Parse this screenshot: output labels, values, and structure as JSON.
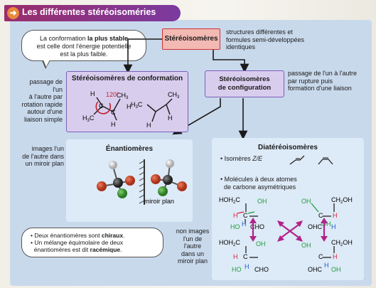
{
  "header": {
    "title": "Les différentes stéréoisoméries",
    "arrow_glyph": "➜"
  },
  "bubble": {
    "line1_pre": "La conformation ",
    "line1_bold": "la plus stable",
    "line2": "est celle dont l'énergie potentielle",
    "line3": "est la plus faible."
  },
  "stereo": {
    "label": "Stéréoisomères",
    "desc": [
      "structures différentes et",
      "formules semi-développées",
      "identiques"
    ]
  },
  "conformation": {
    "title": "Stéréoisomères de conformation",
    "angle": "120°",
    "left_desc": [
      "passage de l'un",
      "à l'autre par",
      "rotation rapide",
      "autour d'une",
      "liaison simple"
    ]
  },
  "configuration": {
    "title_line1": "Stéréoisomères",
    "title_line2": "de configuration",
    "desc": [
      "passage de l'un à l'autre",
      "par rupture puis",
      "formation d'une liaison"
    ]
  },
  "enantiomers": {
    "title": "Énantiomères",
    "mirror_label": "miroir plan",
    "left_desc": [
      "images l'un",
      "de l'autre dans",
      "un miroir plan"
    ]
  },
  "note": {
    "item1_pre": "Deux énantiomères sont ",
    "item1_bold": "chiraux",
    "item1_post": ".",
    "item2_line1": "Un mélange équimolaire de deux",
    "item2_line2_pre": "énantiomères est dit ",
    "item2_line2_bold": "racémique",
    "item2_line2_post": "."
  },
  "diastereo": {
    "title": "Diatéréoisomères",
    "item1_pre": "Isomères ",
    "item1_italic": "Z/E",
    "item2_line1": "Molécules à deux atomes",
    "item2_line2": "de carbone asymétriques",
    "left_desc": [
      "non images",
      "l'un de",
      "l'autre",
      "dans un",
      "miroir plan"
    ]
  },
  "atoms": {
    "H": "H",
    "C": "C",
    "CH3": "CH",
    "sub3": "3",
    "H3C": "H",
    "C_after": "C",
    "HOH2C": "HOH",
    "sub2": "2",
    "CH2OH_pre": "CH",
    "CH2OH_post": "OH",
    "OH": "OH",
    "HO": "HO",
    "CHO": "CHO",
    "OHC": "OHC"
  },
  "colors": {
    "banner": "#8a2f86",
    "frame": "#c9d9ec",
    "stereo_box": "#f3b9b3",
    "purple_box": "#d9cdee",
    "blue_box": "#ddeaf7",
    "red_H": "#d7243a",
    "green_OH": "#1f9a3c",
    "blue_H": "#1a5bd1",
    "arrow_magenta": "#b0238a"
  }
}
